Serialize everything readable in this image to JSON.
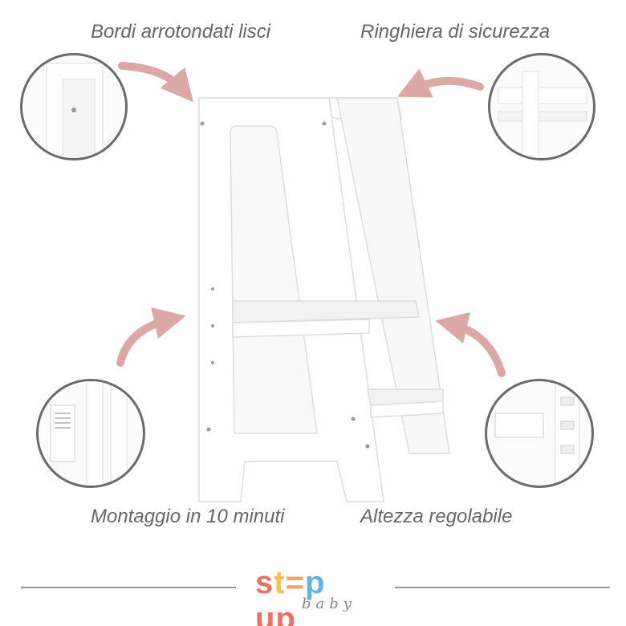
{
  "captions": {
    "top_left": "Bordi arrotondati lisci",
    "top_right": "Ringhiera di sicurezza",
    "bottom_left": "Montaggio in 10 minuti",
    "bottom_right": "Altezza regolabile"
  },
  "logo": {
    "text": "step up baby"
  },
  "colors": {
    "arrow": "#dba8a6",
    "circle_border": "#6b6b6b",
    "logo_s": "#ef6f5e",
    "logo_t": "#f2c14e",
    "logo_e": "#f0a36e",
    "logo_p": "#5bb6e0",
    "logo_up": "#ef6f5e"
  }
}
